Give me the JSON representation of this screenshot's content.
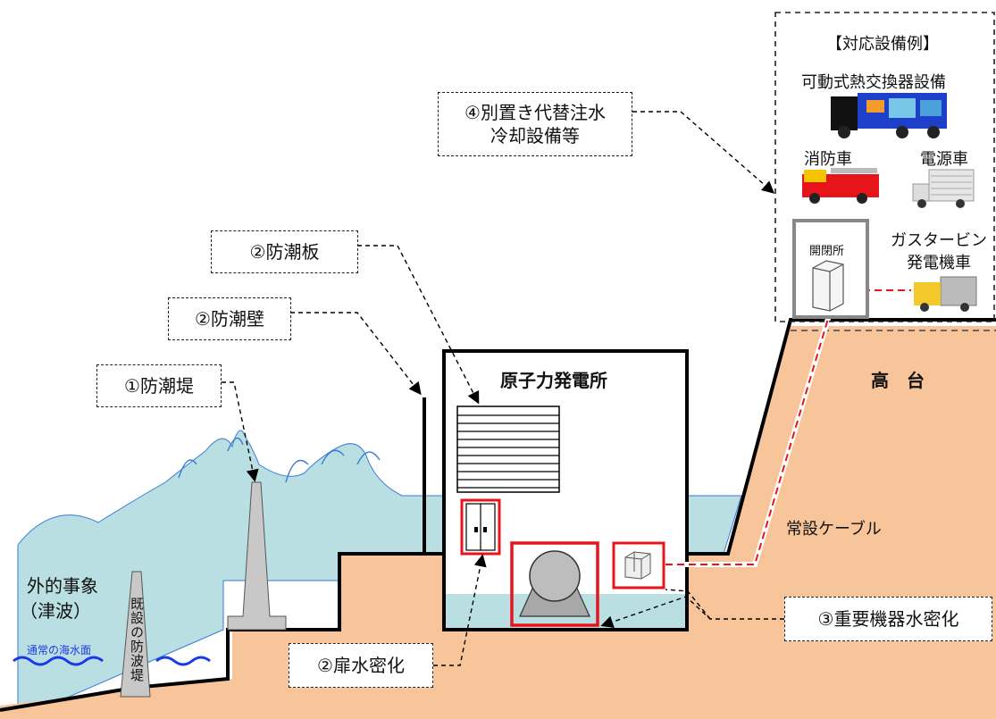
{
  "labels": {
    "seawall": "①防潮堤",
    "tide_wall": "②防潮壁",
    "tide_board": "②防潮板",
    "door_sealing": "②扉水密化",
    "equipment_sealing": "③重要機器水密化",
    "alt_injection_line1": "④別置き代替注水",
    "alt_injection_line2": "冷却設備等"
  },
  "plant_title": "原子力発電所",
  "external_event_line1": "外的事象",
  "external_event_line2": "（津波）",
  "existing_breakwater": "既設の防波堤",
  "normal_sea_level": "通常の海水面",
  "highland": "高　台",
  "permanent_cable": "常設ケーブル",
  "equipment_examples": {
    "title": "【対応設備例】",
    "heat_exchanger": "可動式熱交換器設備",
    "fire_truck": "消防車",
    "power_truck": "電源車",
    "switch_station": "開閉所",
    "gas_turbine_line1": "ガスタービン",
    "gas_turbine_line2": "発電機車"
  },
  "colors": {
    "sea": "#b9dfe2",
    "ground": "#f8c59b",
    "highlight_red": "#e8141b",
    "wave_blue": "#1a3ae8",
    "concrete": "#c8c8c8"
  }
}
